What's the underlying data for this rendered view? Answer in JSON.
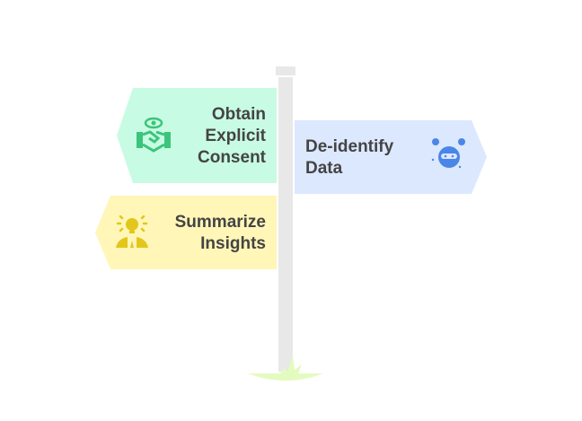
{
  "signs": [
    {
      "label_lines": [
        "Obtain",
        "Explicit",
        "Consent"
      ],
      "color": "#c8fbe3",
      "icon": "handshake-eye-icon",
      "icon_color": "#3cc47c",
      "direction": "left"
    },
    {
      "label_lines": [
        "De-identify",
        "Data"
      ],
      "color": "#dce8fd",
      "icon": "masked-person-icon",
      "icon_color": "#4a86e8",
      "direction": "right"
    },
    {
      "label_lines": [
        "Summarize",
        "Insights"
      ],
      "color": "#fff6b8",
      "icon": "lightbulb-person-icon",
      "icon_color": "#e3c61b",
      "direction": "left"
    }
  ]
}
